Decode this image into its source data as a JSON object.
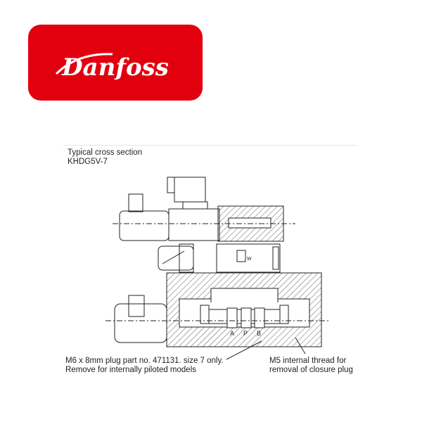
{
  "logo": {
    "text": "Danfoss",
    "background": "#e2000f",
    "text_color": "#ffffff"
  },
  "caption": {
    "line1": "Typical cross section",
    "line2": "KHDG5V-7"
  },
  "labels": {
    "port_a": "A",
    "port_p": "P",
    "port_b": "B",
    "spring_w": "W",
    "left_note_1": "M6 x 8mm plug part no. 471131. size 7 only.",
    "left_note_2": "Remove for internally piloted models",
    "right_note_1": "M5 internal thread for",
    "right_note_2": "removal of closure plug"
  }
}
